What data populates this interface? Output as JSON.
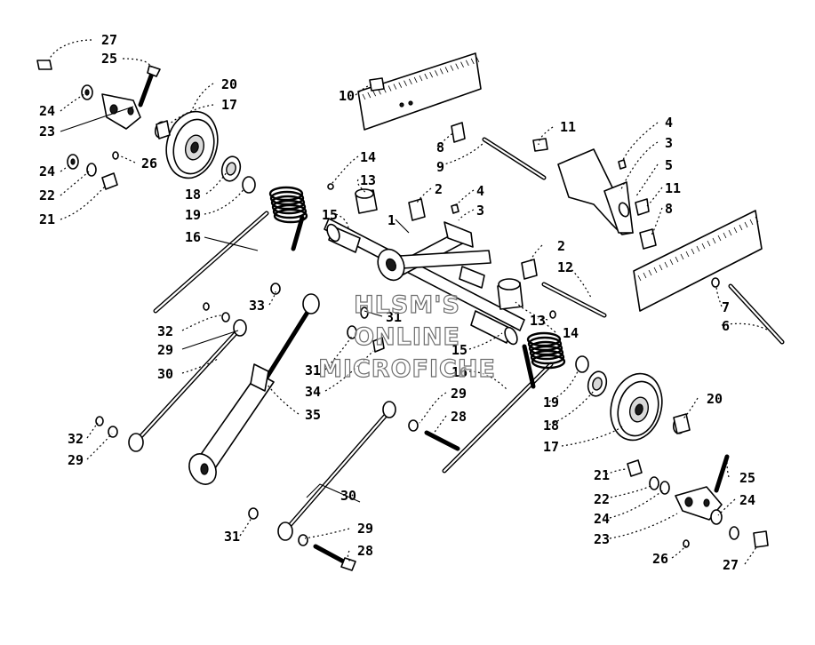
{
  "watermark": {
    "lines": [
      "HLSM'S",
      "ONLINE",
      "MICROFICHE"
    ]
  },
  "colors": {
    "ink": "#000000",
    "paper": "#ffffff",
    "watermark": "#6e6e6e"
  },
  "callouts": {
    "c27a": "27",
    "c25a": "25",
    "c20a": "20",
    "c17a": "17",
    "c24a": "24",
    "c23": "23",
    "c26a": "26",
    "c24b": "24",
    "c22a": "22",
    "c21a": "21",
    "c18a": "18",
    "c19a": "19",
    "c16a": "16",
    "c10": "10",
    "c8a": "8",
    "c9": "9",
    "c11a": "11",
    "c4a": "4",
    "c3a": "3",
    "c5": "5",
    "c11b": "11",
    "c8b": "8",
    "c14a": "14",
    "c13a": "13",
    "c2a": "2",
    "c4b": "4",
    "c3b": "3",
    "c15a": "15",
    "c1": "1",
    "c2b": "2",
    "c12": "12",
    "c7": "7",
    "c6": "6",
    "c33": "33",
    "c31a": "31",
    "c32a": "32",
    "c29a": "29",
    "c30a": "30",
    "c31b": "31",
    "c34": "34",
    "c13b": "13",
    "c14b": "14",
    "c15b": "15",
    "c16b": "16",
    "c35": "35",
    "c29b": "29",
    "c28a": "28",
    "c19b": "19",
    "c18b": "18",
    "c20b": "20",
    "c17b": "17",
    "c32b": "32",
    "c29c": "29",
    "c30b": "30",
    "c21b": "21",
    "c22b": "22",
    "c25b": "25",
    "c24c": "24",
    "c24d": "24",
    "c23b": "23",
    "c26b": "26",
    "c27b": "27",
    "c31c": "31",
    "c29d": "29",
    "c28b": "28"
  }
}
